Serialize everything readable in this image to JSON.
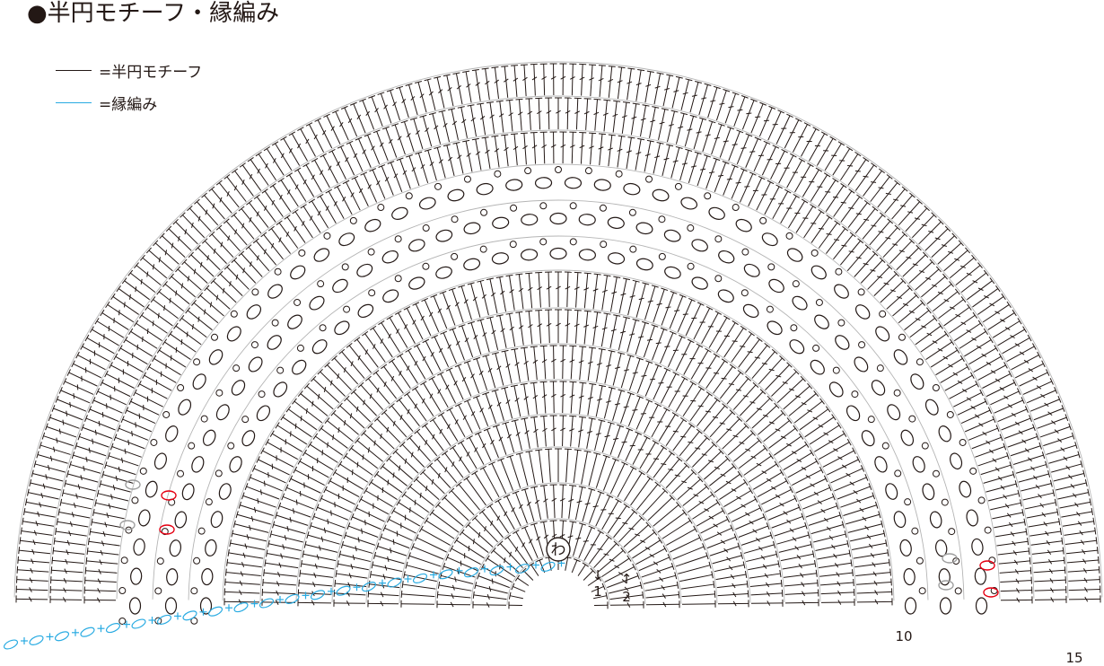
{
  "title": "●半円モチーフ・縁編み",
  "legend": [
    {
      "label": "=半円モチーフ",
      "color": "#231815"
    },
    {
      "label": "=縁編み",
      "color": "#29abe2"
    }
  ],
  "center_label": "わ",
  "row_numbers": [
    {
      "label": "1",
      "arrow": "↓"
    },
    {
      "label": "2",
      "arrow": "↑"
    },
    {
      "label": "10"
    },
    {
      "label": "15"
    }
  ],
  "colors": {
    "ink": "#231815",
    "guide": "#b5b5b5",
    "edging": "#29abe2",
    "highlight_red": "#e50012",
    "highlight_gray": "#9e9e9e"
  }
}
